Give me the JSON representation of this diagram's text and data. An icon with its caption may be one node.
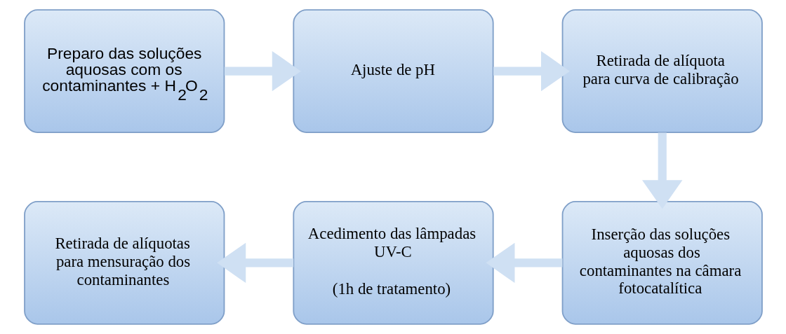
{
  "diagram": {
    "nodes": [
      {
        "text": [
          "Preparo das soluções aquosas com os contaminantes + H$_{2}$O$_{2}$"
        ]
      },
      {
        "text": [
          "Ajuste de pH"
        ]
      },
      {
        "text": [
          "Retirada de alíquota para curva de calibração"
        ]
      },
      {
        "text": [
          "Inserção das soluções aquosas dos contaminantes na câmara fotocatalítica"
        ]
      },
      {
        "text": [
          "Acedimento das lâmpadas UV-C",
          "(1h de tratamento)"
        ]
      },
      {
        "text": [
          "Retirada de alíquotas para mensuração dos contaminantes"
        ]
      }
    ],
    "edges": [
      {
        "from": 0,
        "to": 1,
        "arrow": "to"
      },
      {
        "from": 1,
        "to": 2,
        "arrow": "to"
      },
      {
        "from": 2,
        "to": 3,
        "arrow": "to"
      },
      {
        "from": 3,
        "to": 4,
        "arrow": "to"
      },
      {
        "from": 4,
        "to": 5,
        "arrow": "to"
      }
    ]
  }
}
